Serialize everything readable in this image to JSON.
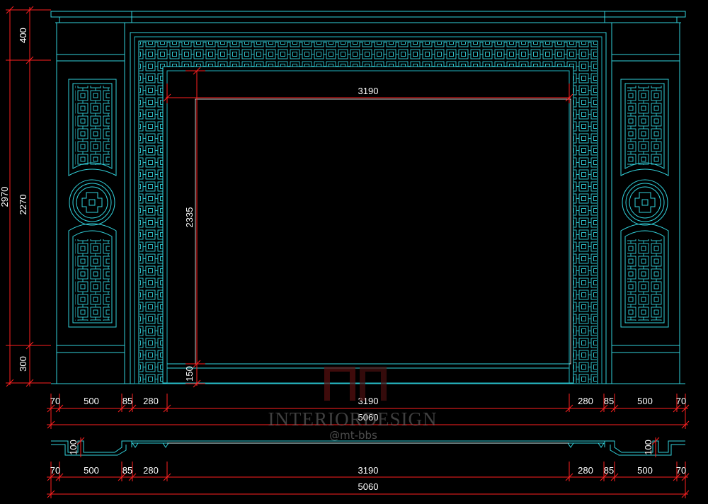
{
  "colors": {
    "background": "#000000",
    "outline": "#32d2dc",
    "dimension": "#ff2020",
    "text": "#ffffff",
    "watermark": "#6a6a6a"
  },
  "left_dims": {
    "total": "2970",
    "top": "400",
    "middle": "2270",
    "bottom": "300"
  },
  "inner_dims": {
    "opening_width": "3190",
    "opening_height": "2335",
    "sill": "150"
  },
  "elevation_dims": {
    "segments": [
      "70",
      "500",
      "85",
      "280",
      "3190",
      "280",
      "85",
      "500",
      "70"
    ],
    "total": "5060"
  },
  "plan_dims": {
    "depth_left": "100",
    "depth_right": "100",
    "segments": [
      "70",
      "500",
      "85",
      "280",
      "3190",
      "280",
      "85",
      "500",
      "70"
    ],
    "total": "5060"
  },
  "watermark": {
    "line1": "INTERIORDESIGN",
    "line2": "@mt-bbs"
  }
}
